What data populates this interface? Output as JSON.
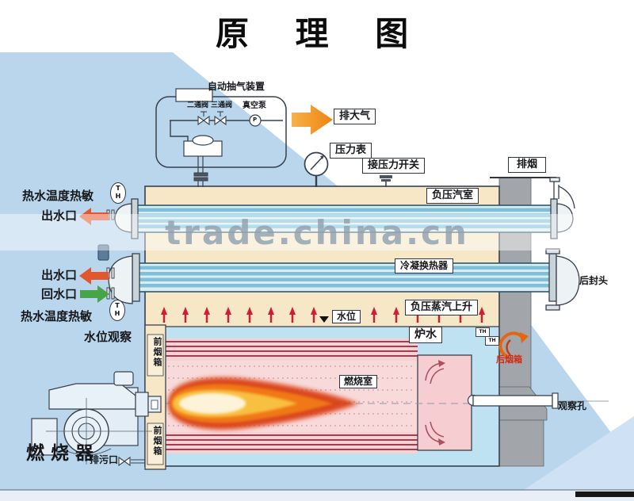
{
  "title": "原 理 图",
  "watermark": "trade.china.cn",
  "device": {
    "name": "自动抽气装置",
    "valve2": "二通阀",
    "valve3": "三通阀",
    "pump": "真空泵",
    "pump_letter": "P"
  },
  "top": {
    "exhaust": "排大气",
    "gauge": "压力表",
    "pressure_switch": "接压力开关",
    "smoke_outlet": "排烟"
  },
  "boiler": {
    "steam_chamber": "负压汽室",
    "condenser": "冷凝换热器",
    "rear_head": "后封头",
    "steam_rising": "负压蒸汽上升",
    "water_level": "水位",
    "furnace_water": "炉水",
    "combustion_chamber": "燃烧室",
    "th_small": "TH"
  },
  "left": {
    "sensor_top": "热水温度热敏",
    "outlet_top": "出水口",
    "outlet_mid": "出水口",
    "return_mid": "回水口",
    "sensor_bottom": "热水温度热敏",
    "water_level_obs": "水位观察",
    "th_t": "T",
    "th_h": "H"
  },
  "bottom": {
    "burner": "燃烧器",
    "drain": "排污口",
    "front_smokebox": "前烟箱",
    "rear_smokebox": "后烟箱",
    "observation_hole": "观察孔"
  },
  "colors": {
    "background_blue": "#b9d6ec",
    "background_blue_light": "#cfe2f5",
    "shell_cream": "#f6e7c6",
    "tube_stripe_blue": "#7fc0d8",
    "water_blue": "#bfe2f2",
    "chamber_pink": "#f8dada",
    "fire_tube_red": "#9c4054",
    "flame_orange": "#f07818",
    "big_arrow_orange": "#f59a28",
    "outlet_arrow_red": "#e2572f",
    "return_arrow_green": "#47a447",
    "chimney_grey": "#a2a6aa"
  }
}
